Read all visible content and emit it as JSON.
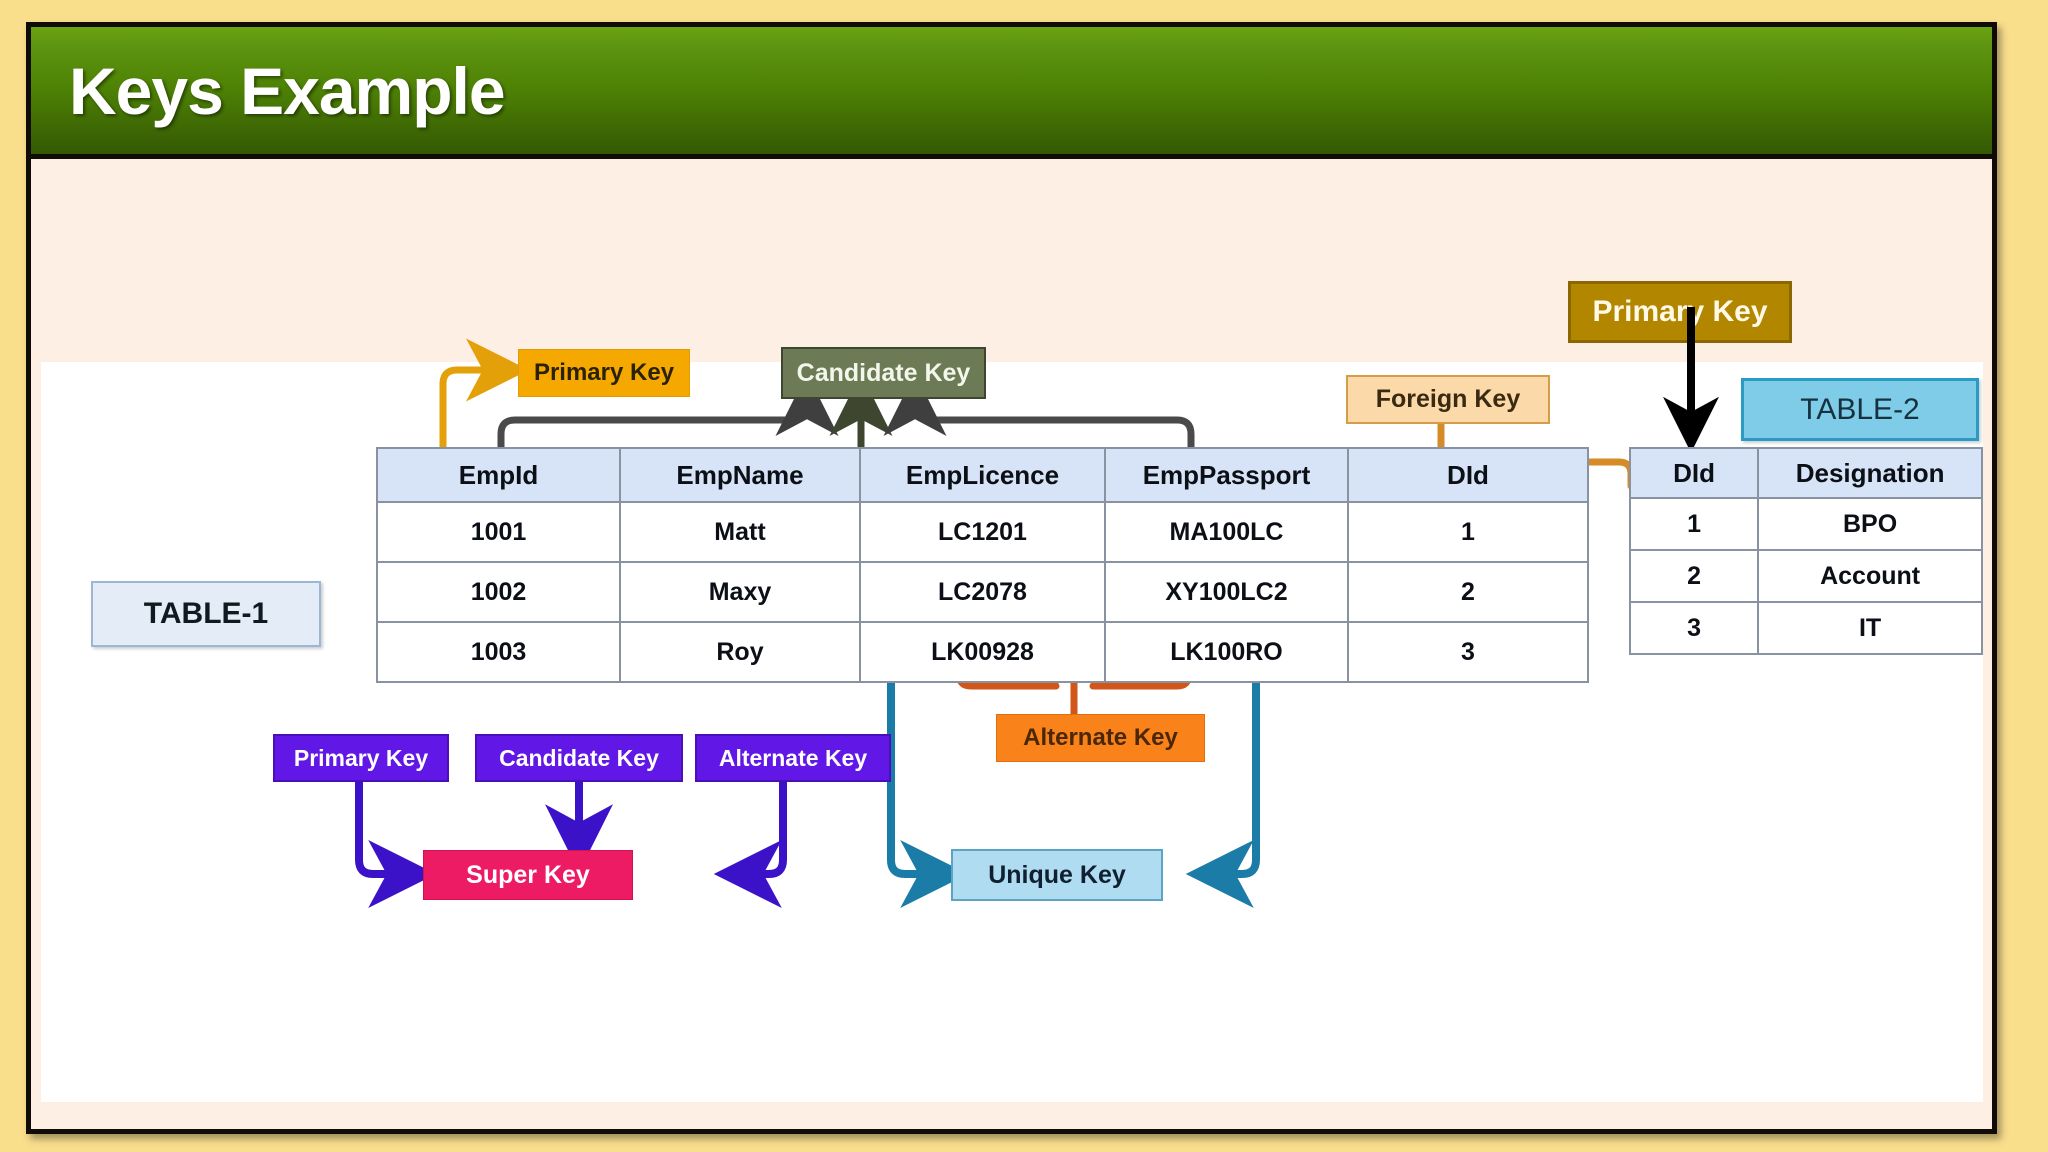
{
  "slide": {
    "title": "Keys Example"
  },
  "diagram": {
    "type": "database-keys-diagram",
    "table1_label": "TABLE-1",
    "table2_label": "TABLE-2",
    "callouts": {
      "primary_key_top": "Primary Key",
      "candidate_key_top": "Candidate Key",
      "foreign_key": "Foreign Key",
      "primary_key_side": "Primary Key",
      "alternate_key_brace": "Alternate Key",
      "primary_key_bottom": "Primary Key",
      "candidate_key_bottom": "Candidate Key",
      "alternate_key_bottom": "Alternate Key",
      "super_key": "Super Key",
      "unique_key": "Unique Key"
    },
    "colors": {
      "slide_border": "#F9DE8C",
      "slide_body": "#FDEFE3",
      "title_bar_green": "#4E8205",
      "primary_key_top": "#F5A800",
      "candidate_key_top": "#6C7A55",
      "foreign_key": "#FBD9A8",
      "primary_key_side": "#B38600",
      "alternate_key": "#F9821A",
      "purple_box": "#6117E6",
      "super_key": "#EC1B63",
      "unique_key": "#AFDCF0",
      "table_header": "#D7E4F7",
      "table2_label": "#7FCCE8",
      "arrow_orange": "#E3A008",
      "arrow_dark": "#4A4A4A",
      "arrow_olive": "#3E4630",
      "arrow_brace_orange": "#D2691E",
      "arrow_teal": "#1B7CA8",
      "arrow_purple": "#3B12C8",
      "arrow_black": "#000000"
    }
  },
  "table1": {
    "headers": [
      "EmpId",
      "EmpName",
      "EmpLicence",
      "EmpPassport",
      "DId"
    ],
    "rows": [
      [
        "1001",
        "Matt",
        "LC1201",
        "MA100LC",
        "1"
      ],
      [
        "1002",
        "Maxy",
        "LC2078",
        "XY100LC2",
        "2"
      ],
      [
        "1003",
        "Roy",
        "LK00928",
        "LK100RO",
        "3"
      ]
    ]
  },
  "table2": {
    "headers": [
      "DId",
      "Designation"
    ],
    "rows": [
      [
        "1",
        "BPO"
      ],
      [
        "2",
        "Account"
      ],
      [
        "3",
        "IT"
      ]
    ]
  }
}
